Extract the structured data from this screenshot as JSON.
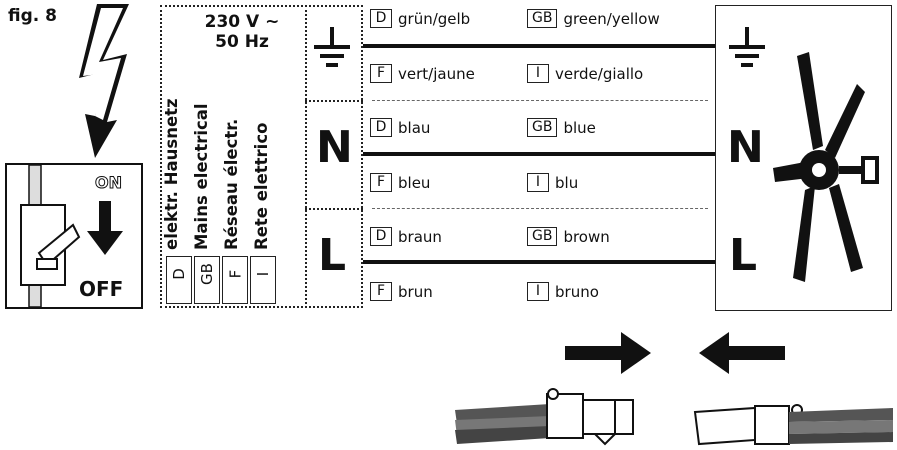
{
  "figure_label": "fig. 8",
  "switch": {
    "on_label": "ON",
    "off_label": "OFF"
  },
  "supply": {
    "voltage": "230 V ~",
    "frequency": "50 Hz",
    "mains_names": [
      {
        "code": "D",
        "text": "elektr. Hausnetz"
      },
      {
        "code": "GB",
        "text": "Mains electrical"
      },
      {
        "code": "F",
        "text": "Réseau électr."
      },
      {
        "code": "I",
        "text": "Rete elettrico"
      }
    ],
    "codes": [
      "D",
      "GB",
      "F",
      "I"
    ]
  },
  "terminals": [
    {
      "symbol": "⏚",
      "name": "earth",
      "row1": [
        {
          "code": "D",
          "text": "grün/gelb"
        },
        {
          "code": "GB",
          "text": "green/yellow"
        }
      ],
      "row2": [
        {
          "code": "F",
          "text": "vert/jaune"
        },
        {
          "code": "I",
          "text": "verde/giallo"
        }
      ]
    },
    {
      "symbol": "N",
      "name": "neutral",
      "row1": [
        {
          "code": "D",
          "text": "blau"
        },
        {
          "code": "GB",
          "text": "blue"
        }
      ],
      "row2": [
        {
          "code": "F",
          "text": "bleu"
        },
        {
          "code": "I",
          "text": "blu"
        }
      ]
    },
    {
      "symbol": "L",
      "name": "live",
      "row1": [
        {
          "code": "D",
          "text": "braun"
        },
        {
          "code": "GB",
          "text": "brown"
        }
      ],
      "row2": [
        {
          "code": "F",
          "text": "brun"
        },
        {
          "code": "I",
          "text": "bruno"
        }
      ]
    }
  ],
  "fan_terminals": [
    "⏚",
    "N",
    "L"
  ]
}
